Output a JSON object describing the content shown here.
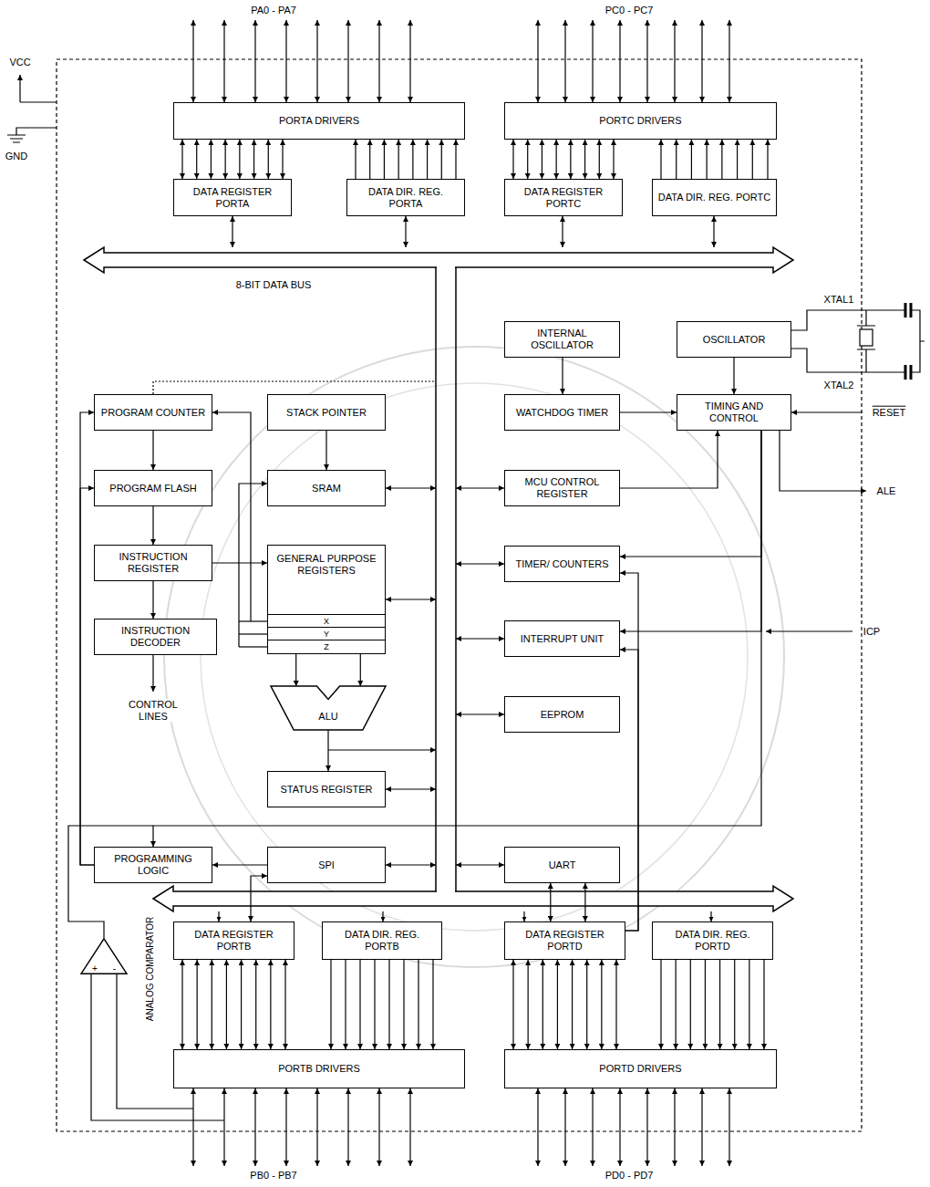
{
  "diagram": {
    "nodes": [
      {
        "text": [
          "PORTA DRIVERS"
        ]
      },
      {
        "text": [
          "PORTC DRIVERS"
        ]
      },
      {
        "text": [
          "DATA REGISTER PORTA"
        ]
      },
      {
        "text": [
          "DATA DIR. REG. PORTA"
        ]
      },
      {
        "text": [
          "DATA REGISTER PORTC"
        ]
      },
      {
        "text": [
          "DATA DIR. REG. PORTC"
        ]
      },
      {
        "text": [
          "INTERNAL OSCILLATOR"
        ]
      },
      {
        "text": [
          "OSCILLATOR"
        ]
      },
      {
        "text": [
          "PROGRAM COUNTER"
        ]
      },
      {
        "text": [
          "STACK POINTER"
        ]
      },
      {
        "text": [
          "WATCHDOG TIMER"
        ]
      },
      {
        "text": [
          "TIMING AND CONTROL"
        ]
      },
      {
        "text": [
          "PROGRAM FLASH"
        ]
      },
      {
        "text": [
          "SRAM"
        ]
      },
      {
        "text": [
          "MCU CONTROL REGISTER"
        ]
      },
      {
        "text": [
          "INSTRUCTION REGISTER"
        ]
      },
      {
        "text": [
          "GENERAL PURPOSE REGISTERS"
        ]
      },
      {
        "text": [
          "X"
        ],
        "in": 16
      },
      {
        "text": [
          "Y"
        ],
        "in": 16
      },
      {
        "text": [
          "Z"
        ],
        "in": 16
      },
      {
        "text": [
          "TIMER/ COUNTERS"
        ]
      },
      {
        "text": [
          "INSTRUCTION DECODER"
        ]
      },
      {
        "text": [
          "INTERRUPT UNIT"
        ]
      },
      {
        "text": [
          "ALU"
        ]
      },
      {
        "text": [
          "EEPROM"
        ]
      },
      {
        "text": [
          "STATUS REGISTER"
        ]
      },
      {
        "text": [
          "PROGRAMMING LOGIC"
        ]
      },
      {
        "text": [
          "SPI"
        ]
      },
      {
        "text": [
          "UART"
        ]
      },
      {
        "text": [
          "+",
          "-"
        ]
      },
      {
        "text": [
          "DATA REGISTER PORTB"
        ]
      },
      {
        "text": [
          "DATA DIR. REG. PORTB"
        ]
      },
      {
        "text": [
          "DATA REGISTER PORTD"
        ]
      },
      {
        "text": [
          "DATA DIR. REG. PORTD"
        ]
      },
      {
        "text": [
          "PORTB DRIVERS"
        ]
      },
      {
        "text": [
          "PORTD DRIVERS"
        ]
      }
    ],
    "edges": [
      {
        "from": 2,
        "to": 0,
        "arrow": "both"
      },
      {
        "from": 3,
        "to": 0,
        "arrow": "to"
      },
      {
        "from": 4,
        "to": 1,
        "arrow": "both"
      },
      {
        "from": 5,
        "to": 1,
        "arrow": "to"
      },
      {
        "from": 30,
        "to": 34,
        "arrow": "both"
      },
      {
        "from": 31,
        "to": 34,
        "arrow": "to"
      },
      {
        "from": 32,
        "to": 35,
        "arrow": "both"
      },
      {
        "from": 33,
        "to": 35,
        "arrow": "to"
      },
      {
        "from": 8,
        "to": 12,
        "arrow": "to"
      },
      {
        "from": 12,
        "to": 15,
        "arrow": "to"
      },
      {
        "from": 15,
        "to": 21,
        "arrow": "to"
      },
      {
        "from": 15,
        "to": 16,
        "arrow": "to"
      },
      {
        "from": 16,
        "to": 23,
        "arrow": "to"
      },
      {
        "from": 23,
        "to": 25,
        "arrow": "to"
      },
      {
        "from": 6,
        "to": 10,
        "arrow": "to"
      },
      {
        "from": 10,
        "to": 11,
        "arrow": "to"
      },
      {
        "from": 7,
        "to": 11,
        "arrow": "to"
      },
      {
        "from": 14,
        "to": 11,
        "arrow": "to"
      },
      {
        "from": 11,
        "to": 20,
        "arrow": "to"
      },
      {
        "from": 11,
        "to": 22,
        "arrow": "to"
      },
      {
        "from": 11,
        "to": 26,
        "arrow": "to"
      },
      {
        "from": 32,
        "to": 20,
        "arrow": "to"
      },
      {
        "from": 32,
        "to": 22,
        "arrow": "to"
      },
      {
        "from": 28,
        "to": 32,
        "arrow": "both"
      },
      {
        "from": 27,
        "to": 30,
        "arrow": "both"
      },
      {
        "from": 27,
        "to": 26,
        "arrow": "to"
      },
      {
        "from": 26,
        "to": 8,
        "arrow": "to"
      },
      {
        "from": 26,
        "to": 12,
        "arrow": "to"
      },
      {
        "from": 9,
        "to": 13,
        "arrow": "to"
      }
    ],
    "labels": [
      "PA0 - PA7",
      "PC0 - PC7",
      "VCC",
      "GND",
      "8-BIT DATA BUS",
      "XTAL1",
      "XTAL2",
      "RESET",
      "ALE",
      "CONTROL LINES",
      "ICP",
      "ANALOG COMPARATOR",
      "PB0 - PB7",
      "PD0 - PD7"
    ]
  }
}
